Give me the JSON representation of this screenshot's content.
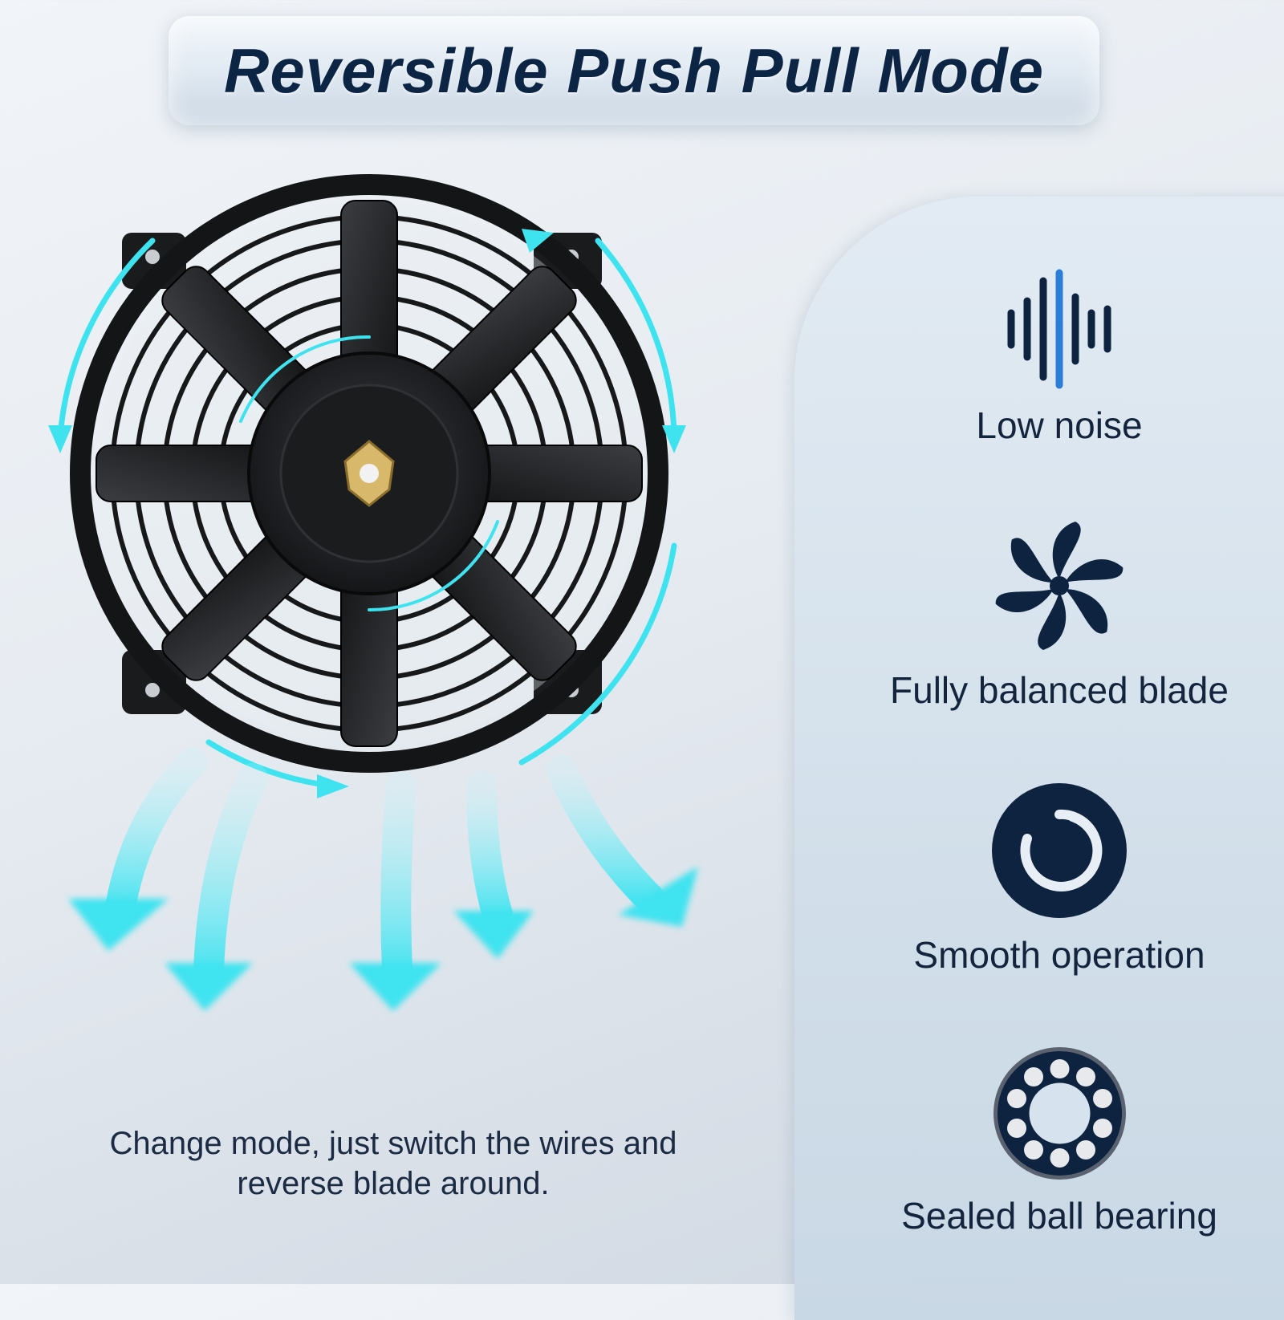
{
  "title": "Reversible Push Pull Mode",
  "caption": {
    "line1": "Change mode, just switch the wires and",
    "line2": "reverse blade around."
  },
  "features": [
    {
      "label": "Low noise",
      "icon": "sound-wave-icon"
    },
    {
      "label": "Fully balanced blade",
      "icon": "fan-blade-icon"
    },
    {
      "label": "Smooth operation",
      "icon": "smooth-rotation-icon"
    },
    {
      "label": "Sealed ball bearing",
      "icon": "ball-bearing-icon"
    }
  ],
  "colors": {
    "title": "#0c2545",
    "icon_dark": "#0d2340",
    "icon_accent": "#2b7ed8",
    "airflow": "#3fe3f0",
    "fan_body": "#151617"
  }
}
